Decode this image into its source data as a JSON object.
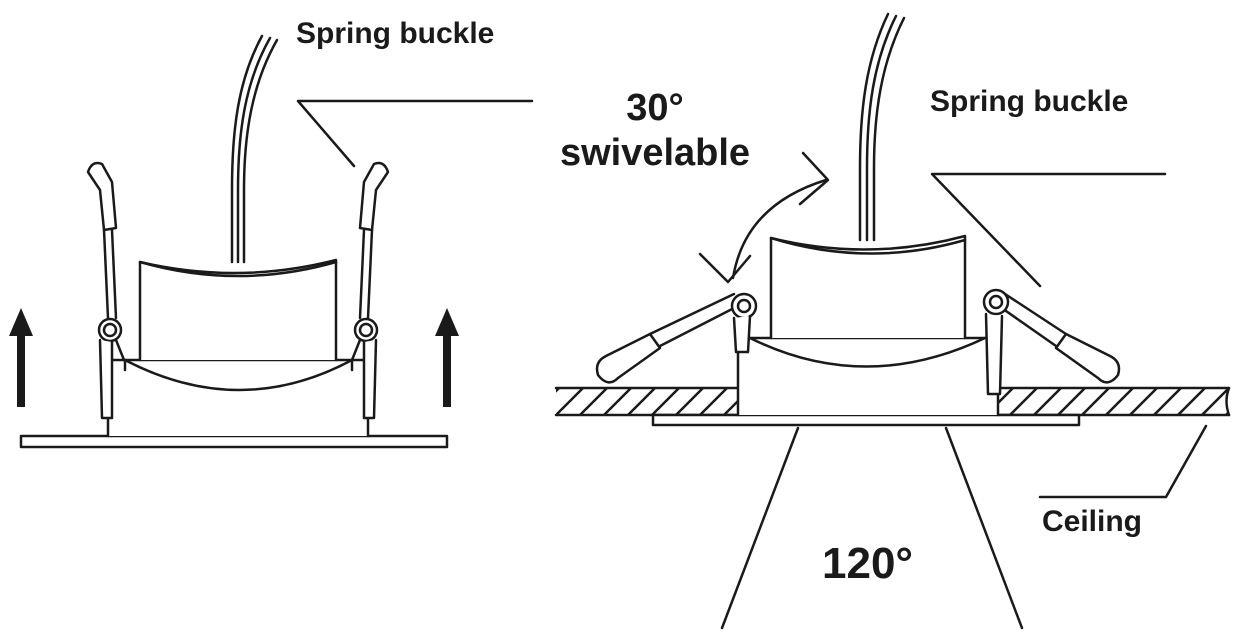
{
  "labels": {
    "spring_buckle_left": "Spring buckle",
    "spring_buckle_right": "Spring buckle",
    "swivel_angle": "30°",
    "swivel_text": "swivelable",
    "ceiling": "Ceiling",
    "beam_angle": "120°"
  },
  "colors": {
    "stroke": "#1a1a1a",
    "background": "#ffffff"
  },
  "icons": [
    "up-arrow-icon",
    "curved-double-arrow-icon"
  ]
}
